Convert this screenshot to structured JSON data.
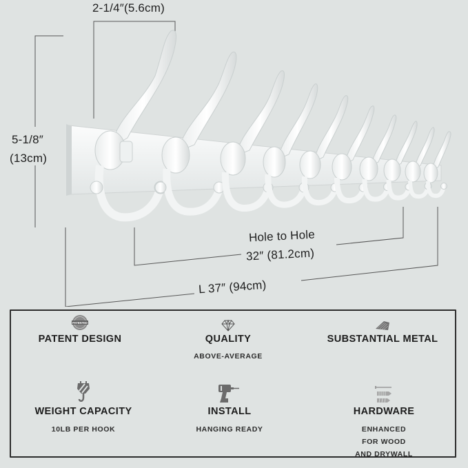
{
  "dimensions": {
    "hook_width": "2-1/4″(5.6cm)",
    "height_in": "5-1/8″",
    "height_cm": "(13cm)",
    "hole_label": "Hole to Hole",
    "hole_value": "32″ (81.2cm)",
    "length": "L 37″ (94cm)"
  },
  "product": {
    "hook_count": 10,
    "color": "#f4f6f6"
  },
  "features": [
    {
      "icon": "patented-badge-icon",
      "title": "PATENT DESIGN",
      "sub": []
    },
    {
      "icon": "diamond-icon",
      "title": "QUALITY",
      "sub": [
        "ABOVE-AVERAGE"
      ]
    },
    {
      "icon": "metal-plate-icon",
      "title": "SUBSTANTIAL METAL",
      "sub": []
    },
    {
      "icon": "crane-hook-icon",
      "title": "WEIGHT CAPACITY",
      "sub": [
        "10LB PER HOOK"
      ]
    },
    {
      "icon": "drill-icon",
      "title": "INSTALL",
      "sub": [
        "HANGING READY"
      ]
    },
    {
      "icon": "screws-anchors-icon",
      "title": "HARDWARE",
      "sub": [
        "ENHANCED",
        "FOR WOOD",
        "AND DRYWALL"
      ]
    }
  ],
  "colors": {
    "background": "#dfe3e2",
    "text": "#1f1f1f",
    "icon": "#6b6b6b",
    "line": "#555555"
  }
}
